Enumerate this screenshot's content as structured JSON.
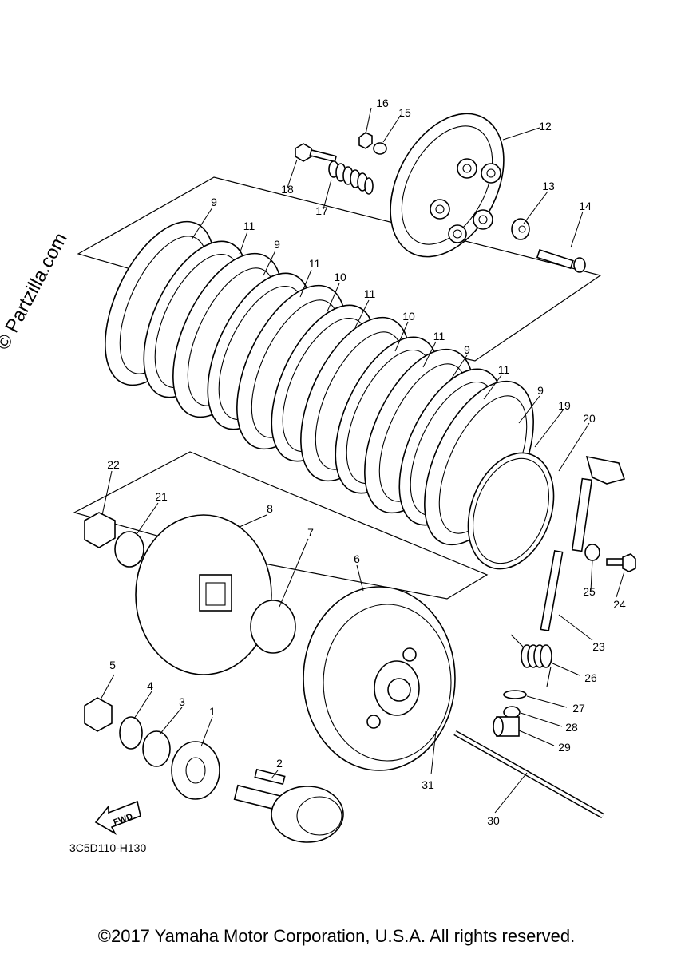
{
  "watermark": "© Partzilla.com",
  "drawing_code": "3C5D110-H130",
  "fwd_label": "FWD",
  "copyright": "©2017 Yamaha Motor Corporation, U.S.A. All rights reserved.",
  "callouts": [
    "1",
    "2",
    "3",
    "4",
    "5",
    "6",
    "7",
    "8",
    "9",
    "9",
    "9",
    "9",
    "10",
    "10",
    "11",
    "11",
    "11",
    "11",
    "11",
    "12",
    "13",
    "14",
    "15",
    "16",
    "17",
    "18",
    "19",
    "20",
    "21",
    "22",
    "23",
    "24",
    "25",
    "26",
    "27",
    "28",
    "29",
    "30",
    "31"
  ]
}
